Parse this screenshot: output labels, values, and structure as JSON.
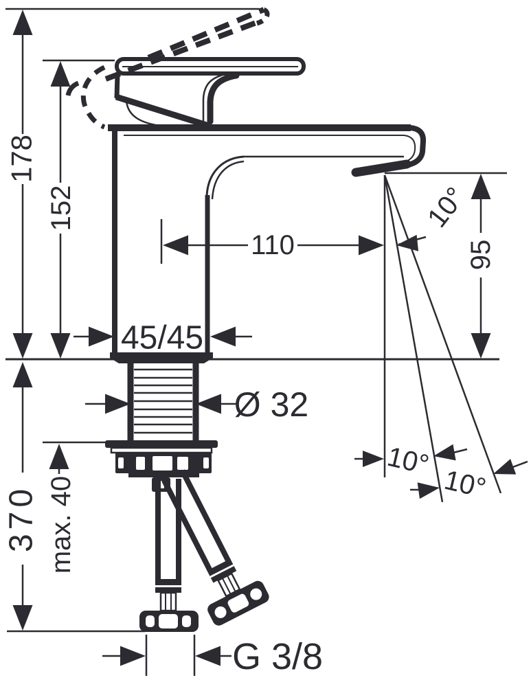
{
  "drawing": {
    "title": "Basin mixer technical dimension drawing",
    "labels": {
      "overall_height": "178",
      "handle_height": "152",
      "spout_reach": "110",
      "spout_stream_angle": "10°",
      "spout_outlet_height": "95",
      "body_cross_section": "45/45",
      "shank_diameter": "Ø 32",
      "connection_length": "370",
      "max_counter_thickness": "max. 40",
      "stream_angle_left": "10°",
      "stream_angle_right": "10°",
      "supply_thread": "G 3/8"
    },
    "colors": {
      "line": "#2b2b31",
      "background": "#ffffff"
    }
  }
}
